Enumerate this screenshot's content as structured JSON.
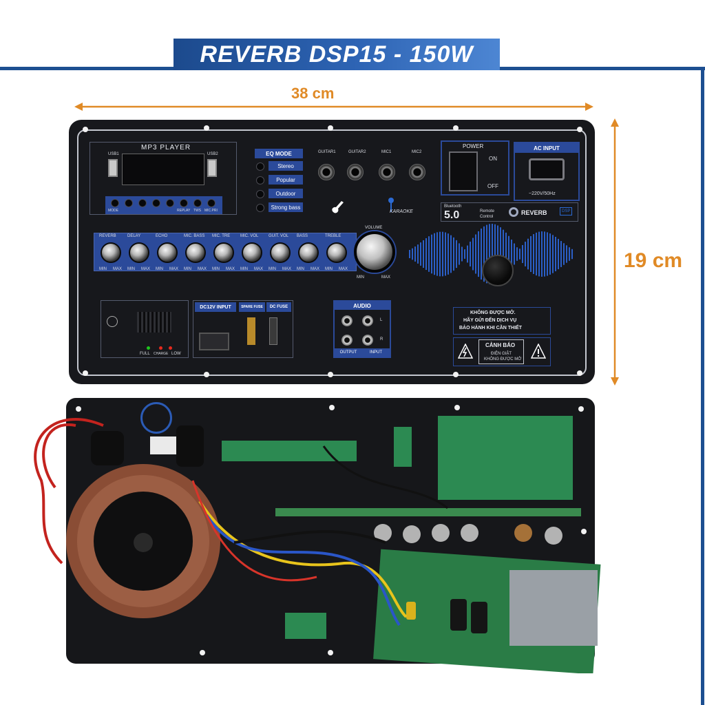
{
  "title": "REVERB DSP15 - 150W",
  "dimensions": {
    "width": "38 cm",
    "height": "19 cm"
  },
  "colors": {
    "brand_blue": "#1d4f91",
    "dimension_orange": "#e08a26",
    "panel_black": "#17181c",
    "accent_blue": "#2b4a9a"
  },
  "panel": {
    "mp3": {
      "title": "MP3 PLAYER",
      "usb1": "USB1",
      "usb2": "USB2",
      "buttons": [
        "MODE",
        "",
        "",
        "",
        "",
        "REPLAY",
        "TWS",
        "MIC.PRI"
      ]
    },
    "eq": {
      "title": "EQ MODE",
      "modes": [
        "Stereo",
        "Popular",
        "Outdoor",
        "Strong bass"
      ]
    },
    "inputs": [
      "GUITAR1",
      "GUITAR2",
      "MIC1",
      "MIC2"
    ],
    "karaoke": "KARAOKE",
    "power": {
      "title": "POWER",
      "on": "ON",
      "off": "OFF"
    },
    "ac": {
      "title": "AC INPUT",
      "spec": "~220V/50Hz"
    },
    "features": {
      "bt_label": "Bluetooth",
      "bt_version": "5.0",
      "remote": "Remote Control",
      "reverb": "REVERB",
      "dsp": "DSP"
    },
    "knobs": [
      "REVERB",
      "DELAY",
      "ECHO",
      "MIC. BASS",
      "MIC. TRE",
      "MIC. VOL",
      "GUIT. VOL",
      "BASS",
      "TREBLE"
    ],
    "minmax": {
      "min": "MIN",
      "max": "MAX"
    },
    "volume": "VOLUME",
    "battery": {
      "full": "FULL",
      "charge": "CHARGE",
      "low": "LOW"
    },
    "dc": {
      "input": "DC12V INPUT",
      "spare": "SPARE FUSE",
      "fuse": "DC FUSE"
    },
    "audio": {
      "title": "AUDIO",
      "l": "L",
      "r": "R",
      "output": "OUTPUT",
      "input": "INPUT"
    },
    "notice": [
      "KHÔNG ĐƯỢC MỞ.",
      "HÃY GỬI ĐẾN DỊCH VỤ",
      "BẢO HÀNH KHI CẦN THIẾT"
    ],
    "warning": {
      "title": "CẢNH BÁO",
      "line1": "ĐIỆN GIẬT",
      "line2": "KHÔNG ĐƯỢC MỞ"
    }
  }
}
